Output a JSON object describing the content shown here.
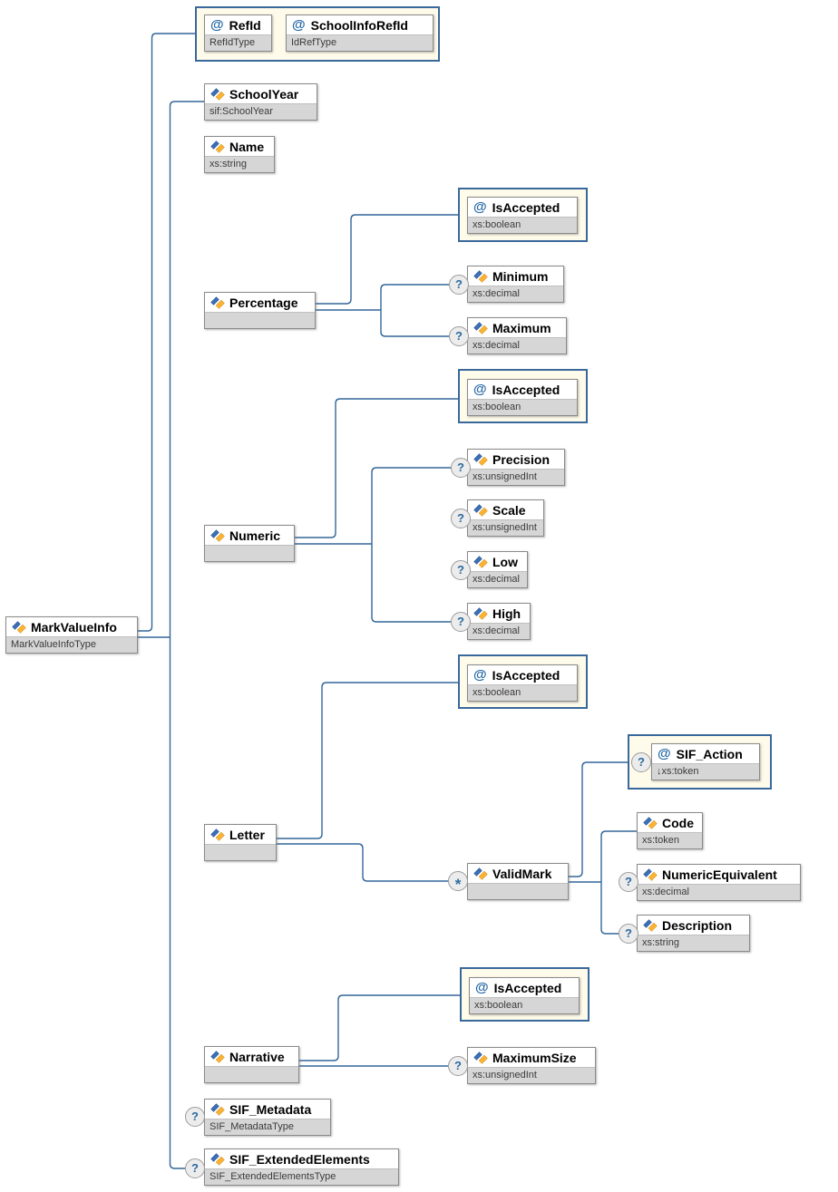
{
  "glyphs": {
    "attribute": "@",
    "optional": "?",
    "repeat": "*"
  },
  "colors": {
    "connector": "#336699",
    "attr_group_bg": "#fffbea",
    "attr_group_border": "#39689b",
    "type_row_bg": "#d6d6d6"
  },
  "nodes": {
    "root": {
      "label": "MarkValueInfo",
      "type": "MarkValueInfoType"
    },
    "refid": {
      "label": "RefId",
      "type": "RefIdType"
    },
    "schoolinforefid": {
      "label": "SchoolInfoRefId",
      "type": "IdRefType"
    },
    "schoolyear": {
      "label": "SchoolYear",
      "type": "sif:SchoolYear"
    },
    "name": {
      "label": "Name",
      "type": "xs:string"
    },
    "percentage": {
      "label": "Percentage",
      "type": ""
    },
    "pct_isaccepted": {
      "label": "IsAccepted",
      "type": "xs:boolean"
    },
    "minimum": {
      "label": "Minimum",
      "type": "xs:decimal"
    },
    "maximum": {
      "label": "Maximum",
      "type": "xs:decimal"
    },
    "numeric": {
      "label": "Numeric",
      "type": ""
    },
    "num_isaccepted": {
      "label": "IsAccepted",
      "type": "xs:boolean"
    },
    "precision": {
      "label": "Precision",
      "type": "xs:unsignedInt"
    },
    "scale": {
      "label": "Scale",
      "type": "xs:unsignedInt"
    },
    "low": {
      "label": "Low",
      "type": "xs:decimal"
    },
    "high": {
      "label": "High",
      "type": "xs:decimal"
    },
    "letter": {
      "label": "Letter",
      "type": ""
    },
    "let_isaccepted": {
      "label": "IsAccepted",
      "type": "xs:boolean"
    },
    "validmark": {
      "label": "ValidMark",
      "type": ""
    },
    "sif_action": {
      "label": "SIF_Action",
      "type": "↓xs:token"
    },
    "code": {
      "label": "Code",
      "type": "xs:token"
    },
    "numericequivalent": {
      "label": "NumericEquivalent",
      "type": "xs:decimal"
    },
    "description": {
      "label": "Description",
      "type": "xs:string"
    },
    "narrative": {
      "label": "Narrative",
      "type": ""
    },
    "nar_isaccepted": {
      "label": "IsAccepted",
      "type": "xs:boolean"
    },
    "maximumsize": {
      "label": "MaximumSize",
      "type": "xs:unsignedInt"
    },
    "sif_metadata": {
      "label": "SIF_Metadata",
      "type": "SIF_MetadataType"
    },
    "sif_extendedelements": {
      "label": "SIF_ExtendedElements",
      "type": "SIF_ExtendedElementsType"
    }
  }
}
